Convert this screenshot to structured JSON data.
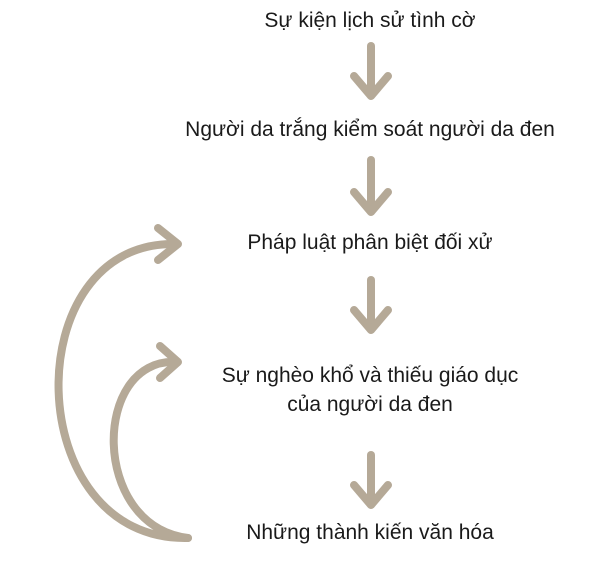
{
  "diagram": {
    "nodes": [
      {
        "id": "n1",
        "lines": [
          "Sự kiện lịch sử tình cờ"
        ]
      },
      {
        "id": "n2",
        "lines": [
          "Người da trắng kiểm soát người da đen"
        ]
      },
      {
        "id": "n3",
        "lines": [
          "Pháp luật phân biệt đối xử"
        ]
      },
      {
        "id": "n4",
        "lines": [
          "Sự nghèo khổ và thiếu giáo dục",
          "của người da đen"
        ]
      },
      {
        "id": "n5",
        "lines": [
          "Những thành kiến văn hóa"
        ]
      }
    ],
    "edges": [
      {
        "from": "n1",
        "to": "n2"
      },
      {
        "from": "n2",
        "to": "n3"
      },
      {
        "from": "n3",
        "to": "n4"
      },
      {
        "from": "n4",
        "to": "n5"
      },
      {
        "from": "n5",
        "to": "n3"
      },
      {
        "from": "n5",
        "to": "n4"
      }
    ],
    "colors": {
      "arrow": "#b5a997",
      "text": "#1a1a1a"
    }
  }
}
